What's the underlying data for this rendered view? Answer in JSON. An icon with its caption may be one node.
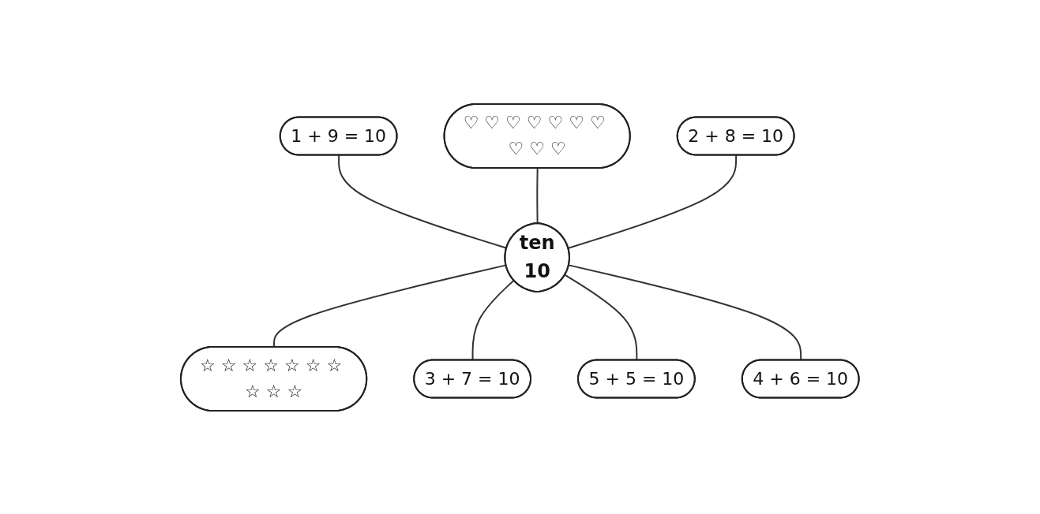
{
  "diagram": {
    "nodes": [
      {
        "text": [
          "1 + 9 = 10"
        ]
      },
      {
        "text": [
          "♡ ♡ ♡ ♡ ♡ ♡ ♡ ♡ ♡ ♡"
        ]
      },
      {
        "text": [
          "2 + 8 = 10"
        ]
      },
      {
        "text": [
          "ten",
          "10"
        ]
      },
      {
        "text": [
          "☆ ☆ ☆ ☆ ☆ ☆ ☆ ☆ ☆ ☆"
        ]
      },
      {
        "text": [
          "3 + 7 = 10"
        ]
      },
      {
        "text": [
          "5 + 5 = 10"
        ]
      },
      {
        "text": [
          "4 + 6 = 10"
        ]
      }
    ],
    "edges": [
      {
        "from": 0,
        "to": 3,
        "arrow": "none"
      },
      {
        "from": 1,
        "to": 3,
        "arrow": "none"
      },
      {
        "from": 2,
        "to": 3,
        "arrow": "none"
      },
      {
        "from": 3,
        "to": 4,
        "arrow": "none"
      },
      {
        "from": 3,
        "to": 5,
        "arrow": "none"
      },
      {
        "from": 3,
        "to": 6,
        "arrow": "none"
      },
      {
        "from": 3,
        "to": 7,
        "arrow": "none"
      }
    ]
  }
}
